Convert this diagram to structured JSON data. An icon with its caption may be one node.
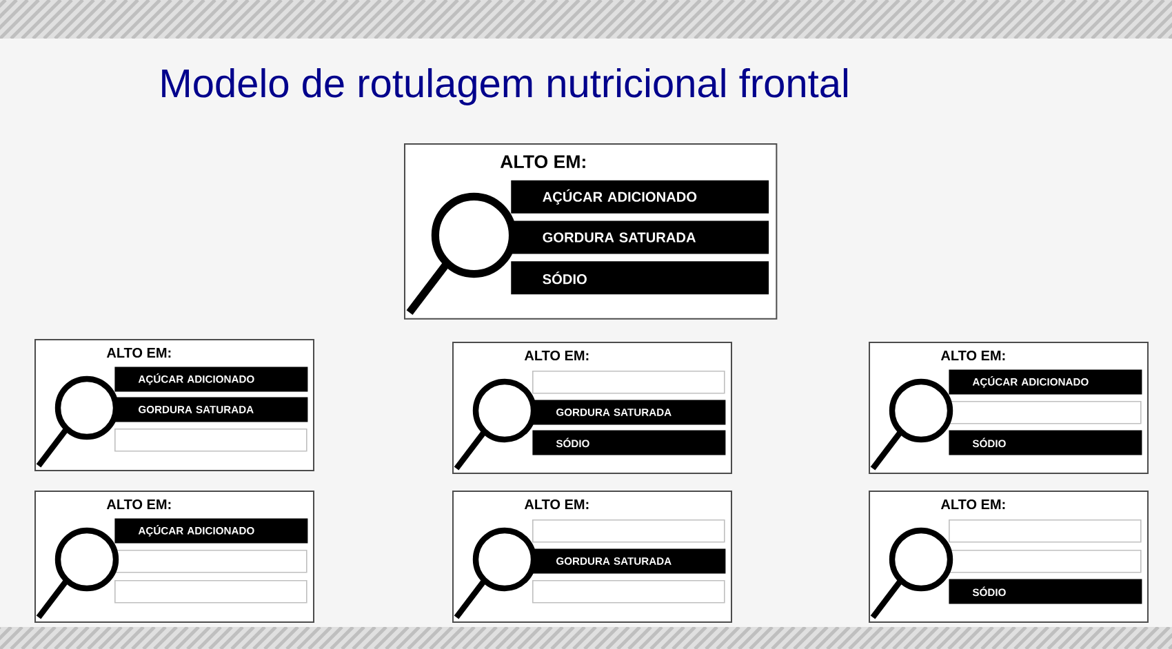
{
  "diagram": {
    "title": "Modelo de rotulagem nutricional frontal",
    "nodes": [
      {
        "text": [
          "ALTO EM:"
        ]
      },
      {
        "text": [
          "AÇÚCAR ADICIONADO"
        ],
        "in": 0
      },
      {
        "text": [
          "GORDURA SATURADA"
        ],
        "in": 0
      },
      {
        "text": [
          "SÓDIO"
        ],
        "in": 0
      },
      {
        "text": [
          "ALTO EM:"
        ]
      },
      {
        "text": [
          "AÇÚCAR ADICIONADO"
        ],
        "in": 4
      },
      {
        "text": [
          "GORDURA SATURADA"
        ],
        "in": 4
      },
      {
        "text": [],
        "shape": "bar",
        "in": 4
      },
      {
        "text": [
          "ALTO EM:"
        ]
      },
      {
        "text": [],
        "shape": "bar",
        "in": 8
      },
      {
        "text": [
          "GORDURA SATURADA"
        ],
        "in": 8
      },
      {
        "text": [
          "SÓDIO"
        ],
        "in": 8
      },
      {
        "text": [
          "ALTO EM:"
        ]
      },
      {
        "text": [
          "AÇÚCAR ADICIONADO"
        ],
        "in": 12
      },
      {
        "text": [],
        "shape": "bar",
        "in": 12
      },
      {
        "text": [
          "SÓDIO"
        ],
        "in": 12
      },
      {
        "text": [
          "ALTO EM:"
        ]
      },
      {
        "text": [
          "AÇÚCAR ADICIONADO"
        ],
        "in": 16
      },
      {
        "text": [],
        "shape": "bar",
        "in": 16
      },
      {
        "text": [],
        "shape": "bar",
        "in": 16
      },
      {
        "text": [
          "ALTO EM:"
        ]
      },
      {
        "text": [],
        "shape": "bar",
        "in": 20
      },
      {
        "text": [
          "GORDURA SATURADA"
        ],
        "in": 20
      },
      {
        "text": [],
        "shape": "bar",
        "in": 20
      },
      {
        "text": [
          "ALTO EM:"
        ]
      },
      {
        "text": [],
        "shape": "bar",
        "in": 24
      },
      {
        "text": [],
        "shape": "bar",
        "in": 24
      },
      {
        "text": [
          "SÓDIO"
        ],
        "in": 24
      }
    ],
    "edges": []
  }
}
